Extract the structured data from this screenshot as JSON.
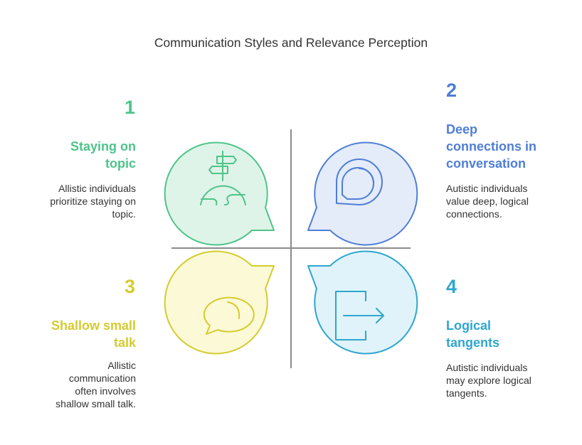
{
  "title": "Communication Styles and Relevance Perception",
  "colors": {
    "green": "#4ec48a",
    "blue": "#4f7ed6",
    "yellow": "#d4cc2e",
    "cyan": "#2ea6cf"
  },
  "quadrants": [
    {
      "number": "1",
      "heading_lines": [
        "Staying on",
        "topic"
      ],
      "description_lines": [
        "Allistic individuals",
        "prioritize staying on",
        "topic."
      ],
      "icon": "signpost-globe-icon"
    },
    {
      "number": "2",
      "heading_lines": [
        "Deep",
        "connections in",
        "conversation"
      ],
      "description_lines": [
        "Autistic individuals",
        "value deep, logical",
        "connections."
      ],
      "icon": "double-chat-bubble-icon"
    },
    {
      "number": "3",
      "heading_lines": [
        "Shallow small",
        "talk"
      ],
      "description_lines": [
        "Allistic",
        "communication",
        "often involves",
        "shallow small talk."
      ],
      "icon": "chat-bubble-icon"
    },
    {
      "number": "4",
      "heading_lines": [
        "Logical",
        "tangents"
      ],
      "description_lines": [
        "Autistic individuals",
        "may explore logical",
        "tangents."
      ],
      "icon": "exit-arrow-icon"
    }
  ]
}
